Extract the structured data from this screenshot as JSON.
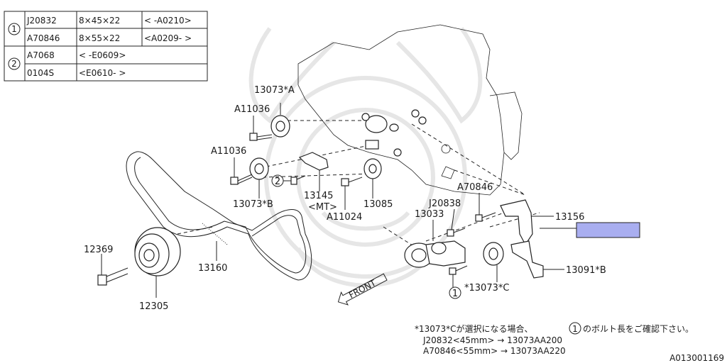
{
  "table": {
    "rows": [
      {
        "group": "1",
        "part": "J20832",
        "size": "8×45×22",
        "range": "< -A0210>"
      },
      {
        "group": "",
        "part": "A70846",
        "size": "8×55×22",
        "range": "<A0209- >"
      },
      {
        "group": "2",
        "part": "A7068",
        "size": "",
        "range": "< -E0609>"
      },
      {
        "group": "",
        "part": "0104S",
        "size": "",
        "range": "<E0610- >"
      }
    ]
  },
  "labels": {
    "p13073A": "13073*A",
    "a11036_1": "A11036",
    "a11036_2": "A11036",
    "circle2": "2",
    "p13145": "13145",
    "mt": "<MT>",
    "p13073B": "13073*B",
    "a11024": "A11024",
    "p13085": "13085",
    "a70846": "A70846",
    "j20838": "J20838",
    "p13033": "13033",
    "p13156": "13156",
    "p12369": "12369",
    "p13160": "13160",
    "p12305": "12305",
    "front": "FRONT",
    "p13091B": "13091*B",
    "p13073C": "*13073*C",
    "circle1": "1"
  },
  "note": {
    "line1": "*13073*Cが選択になる場合、",
    "circle": "1",
    "line1b": "のボルト長をご確認下さい。",
    "line2": "J20832<45mm> → 13073AA200",
    "line3": "A70846<55mm> → 13073AA220"
  },
  "diagram_id": "A013001169",
  "colors": {
    "highlight": "#a9aef0",
    "line": "#222222"
  }
}
